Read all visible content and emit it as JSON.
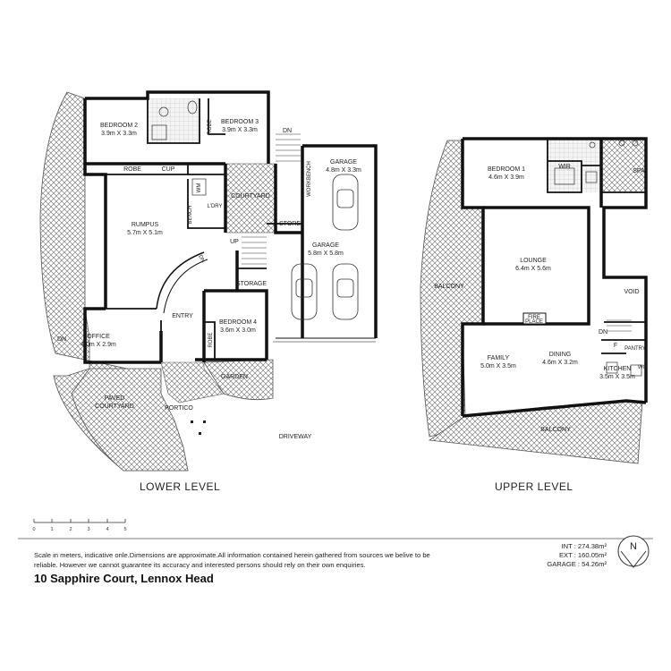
{
  "levels": {
    "lower": "LOWER LEVEL",
    "upper": "UPPER LEVEL"
  },
  "lower_rooms": {
    "bedroom2": {
      "name": "BEDROOM 2",
      "dims": "3.9m X 3.3m"
    },
    "bedroom3": {
      "name": "BEDROOM 3",
      "dims": "3.9m X 3.3m"
    },
    "robe1": "ROBE",
    "robe2": "ROBE",
    "robe3": "ROBE",
    "cup": "CUP",
    "wm": "WM",
    "bench": "BENCH",
    "ldry": "L'DRY",
    "courtyard": "COURTYARD",
    "rumpus": {
      "name": "RUMPUS",
      "dims": "5.7m X 5.1m"
    },
    "garage_small": {
      "name": "GARAGE",
      "dims": "4.8m X 3.3m"
    },
    "workbench": "WORKBENCH",
    "store": "STORE",
    "garage_large": {
      "name": "GARAGE",
      "dims": "5.8m X 5.8m"
    },
    "storage": "STORAGE",
    "bedroom4": {
      "name": "BEDROOM 4",
      "dims": "3.6m X 3.0m"
    },
    "office": {
      "name": "OFFICE",
      "dims": "4.0m X 2.9m"
    },
    "entry": "ENTRY",
    "garden": "GARDEN",
    "paved_courtyard": {
      "line1": "PAVED",
      "line2": "COURTYARD"
    },
    "portico": "PORTICO",
    "driveway": "DRIVEWAY",
    "up": "UP",
    "dn_stairs": "DN",
    "dn_top": "DN",
    "dn_left": "DN"
  },
  "upper_rooms": {
    "bedroom1": {
      "name": "BEDROOM 1",
      "dims": "4.6m X 3.9m"
    },
    "wir": "WIR",
    "spa": "SPA",
    "lounge": {
      "name": "LOUNGE",
      "dims": "6.4m X 5.6m"
    },
    "balcony_left": "BALCONY",
    "void": "VOID",
    "fireplace": {
      "line1": "FIRE",
      "line2": "PLACE"
    },
    "family": {
      "name": "FAMILY",
      "dims": "5.0m X 3.5m"
    },
    "dining": {
      "name": "DINING",
      "dims": "4.6m X 3.2m"
    },
    "kitchen": {
      "name": "KITCHEN",
      "dims": "3.5m X 3.5m"
    },
    "pantry": "PANTRY",
    "fridge": "F",
    "wo": "WO",
    "dn": "DN",
    "balcony_bottom": "BALCONY"
  },
  "scale_bar": {
    "labels": [
      "0",
      "1",
      "2",
      "3",
      "4",
      "5"
    ]
  },
  "disclaimer": "Scale in meters, indicative onle.Dimensions are approximate.All information contained herein gathered from sources we belive to be reliable. However we cannot guarantee its accuracy and interested persons should rely on their own enquiries.",
  "address": "10 Sapphire Court, Lennox Head",
  "areas": {
    "int": "INT : 274.38m²",
    "ext": "EXT : 160.05m²",
    "garage": "GARAGE : 54.26m²"
  },
  "compass": {
    "letter": "N"
  }
}
